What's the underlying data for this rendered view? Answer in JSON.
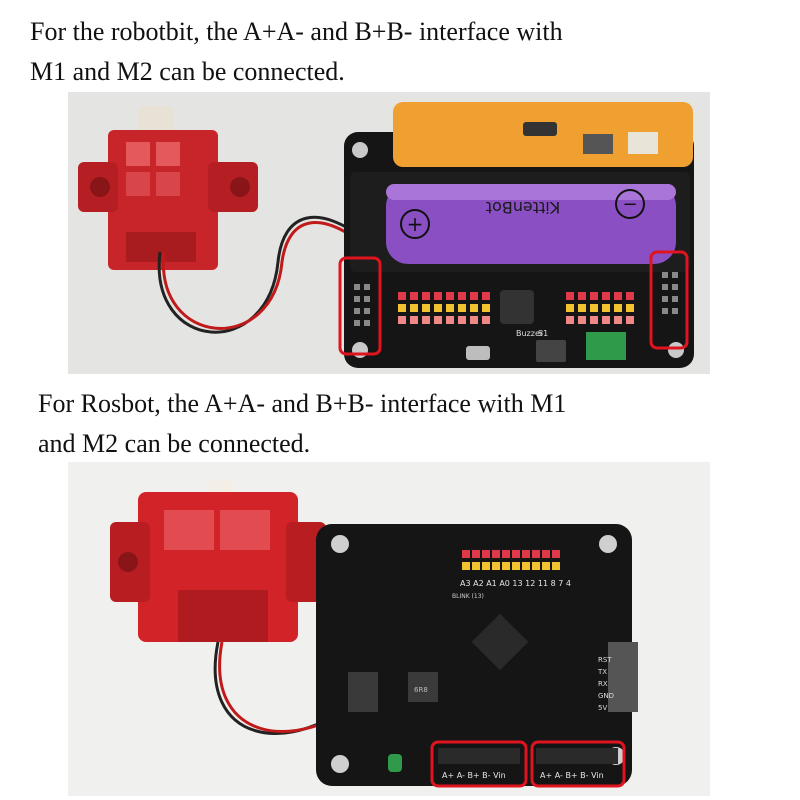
{
  "captions": {
    "robotbit_line1": "For the robotbit, the A+A- and B+B- interface with",
    "robotbit_line2": "M1 and M2 can be connected.",
    "rosbot_line1": "For Rosbot, the A+A- and B+B- interface with M1",
    "rosbot_line2": "and M2 can be connected."
  },
  "photo1": {
    "battery_brand": "KittenBot",
    "board_text": "Buzzer",
    "switch_label": "S1"
  },
  "photo2": {
    "pin_header_label": "A3 A2 A1 A0 13 12 11  8  7  4",
    "side_labels": [
      "RST",
      "TX",
      "RX",
      "GND",
      "5V"
    ],
    "bottom_left_label": "A+ A- B+ B- Vin",
    "bottom_right_label": "A+ A- B+ B- Vin",
    "blink_label": "BLINK (13)",
    "ic_label": "6R8"
  },
  "colors": {
    "highlight_box": "#e0141e",
    "board_black": "#151515",
    "motor_red": "#c8252a",
    "battery_purple": "#8a4fc2",
    "case_orange": "#f0a030"
  }
}
